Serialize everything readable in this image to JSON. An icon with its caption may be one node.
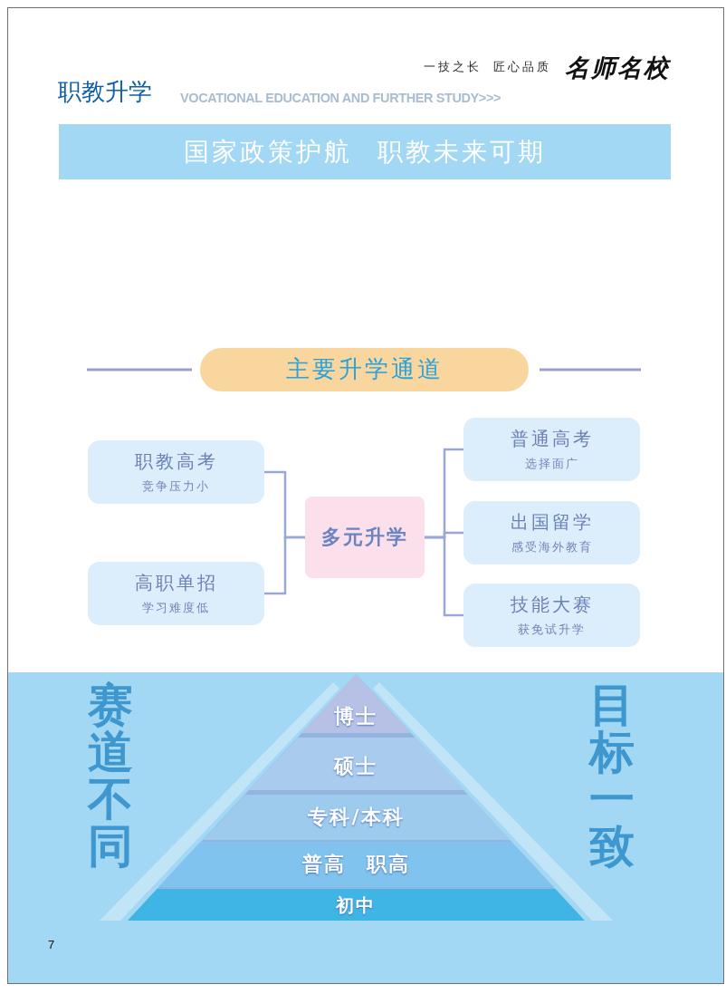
{
  "diagram": {
    "title": "职教升学",
    "nodes": [
      {
        "text": [
          "国家政策护航 职教未来可期"
        ]
      },
      {
        "text": [
          "主要升学通道"
        ]
      },
      {
        "text": [
          "职教高考",
          "竞争压力小"
        ]
      },
      {
        "text": [
          "高职单招",
          "学习难度低"
        ]
      },
      {
        "text": [
          "多元升学"
        ]
      },
      {
        "text": [
          "普通高考",
          "选择面广"
        ]
      },
      {
        "text": [
          "出国留学",
          "感受海外教育"
        ]
      },
      {
        "text": [
          "技能大赛",
          "获免试升学"
        ]
      },
      {
        "text": [
          "博士"
        ]
      },
      {
        "text": [
          "硕士"
        ]
      },
      {
        "text": [
          "专科/本科"
        ]
      },
      {
        "text": [
          "普高 职高"
        ]
      },
      {
        "text": [
          "初中"
        ]
      }
    ],
    "edges": [
      {
        "from": 4,
        "to": 2,
        "arrow": "none"
      },
      {
        "from": 4,
        "to": 3,
        "arrow": "none"
      },
      {
        "from": 4,
        "to": 5,
        "arrow": "none"
      },
      {
        "from": 4,
        "to": 6,
        "arrow": "none"
      },
      {
        "from": 4,
        "to": 7,
        "arrow": "none"
      }
    ],
    "labels": [
      "一技之长 匠心品质",
      "名师名校",
      "VOCATIONAL EDUCATION AND FURTHER STUDY>>>",
      "赛道不同",
      "目标一致",
      "7"
    ]
  }
}
